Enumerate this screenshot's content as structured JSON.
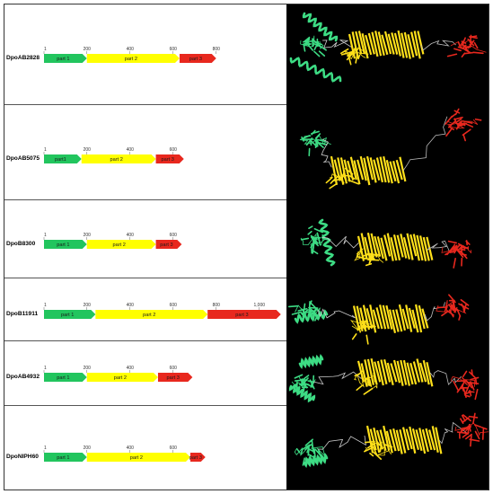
{
  "colors": {
    "part1": "#22c55e",
    "part2": "#ffff00",
    "part3": "#e8281e",
    "structure_background": "#000000",
    "helix_green": "#3ddc84",
    "sheet_yellow": "#ffe01a",
    "domain_red": "#e8281e"
  },
  "proteins": [
    {
      "name": "DpoAB2828",
      "ticks": [
        "1",
        "200",
        "400",
        "600",
        "800"
      ],
      "length": 800,
      "parts": [
        {
          "label": "part 1",
          "start": 1,
          "end": 200,
          "color_key": "part1"
        },
        {
          "label": "part 2",
          "start": 200,
          "end": 630,
          "color_key": "part2"
        },
        {
          "label": "part 3",
          "start": 630,
          "end": 800,
          "color_key": "part3"
        }
      ]
    },
    {
      "name": "DpoAB5075",
      "ticks": [
        "1",
        "200",
        "400",
        "600"
      ],
      "length": 640,
      "parts": [
        {
          "label": "part1",
          "start": 1,
          "end": 175,
          "color_key": "part1"
        },
        {
          "label": "part 2",
          "start": 175,
          "end": 520,
          "color_key": "part2"
        },
        {
          "label": "part 3",
          "start": 520,
          "end": 650,
          "color_key": "part3"
        }
      ]
    },
    {
      "name": "DpoB8300",
      "ticks": [
        "1",
        "200",
        "400",
        "600"
      ],
      "length": 640,
      "parts": [
        {
          "label": "part 1",
          "start": 1,
          "end": 200,
          "color_key": "part1"
        },
        {
          "label": "part 2",
          "start": 200,
          "end": 520,
          "color_key": "part2"
        },
        {
          "label": "part 3",
          "start": 520,
          "end": 640,
          "color_key": "part3"
        }
      ]
    },
    {
      "name": "DpoB11911",
      "ticks": [
        "1",
        "200",
        "400",
        "600",
        "800",
        "1,000"
      ],
      "length": 1060,
      "parts": [
        {
          "label": "part 1",
          "start": 1,
          "end": 240,
          "color_key": "part1"
        },
        {
          "label": "part 2",
          "start": 240,
          "end": 760,
          "color_key": "part2"
        },
        {
          "label": "part 3",
          "start": 760,
          "end": 1100,
          "color_key": "part3"
        }
      ]
    },
    {
      "name": "DpoAB4932",
      "ticks": [
        "1",
        "200",
        "400",
        "600"
      ],
      "length": 690,
      "parts": [
        {
          "label": "part 1",
          "start": 1,
          "end": 200,
          "color_key": "part1"
        },
        {
          "label": "part 2",
          "start": 200,
          "end": 530,
          "color_key": "part2"
        },
        {
          "label": "part 3",
          "start": 530,
          "end": 690,
          "color_key": "part3"
        }
      ]
    },
    {
      "name": "DpoNIPH60",
      "ticks": [
        "1",
        "200",
        "400",
        "600"
      ],
      "length": 740,
      "parts": [
        {
          "label": "part 1",
          "start": 1,
          "end": 200,
          "color_key": "part1"
        },
        {
          "label": "part 2",
          "start": 200,
          "end": 680,
          "color_key": "part2"
        },
        {
          "label": "part 3",
          "start": 680,
          "end": 750,
          "color_key": "part3"
        }
      ]
    }
  ]
}
